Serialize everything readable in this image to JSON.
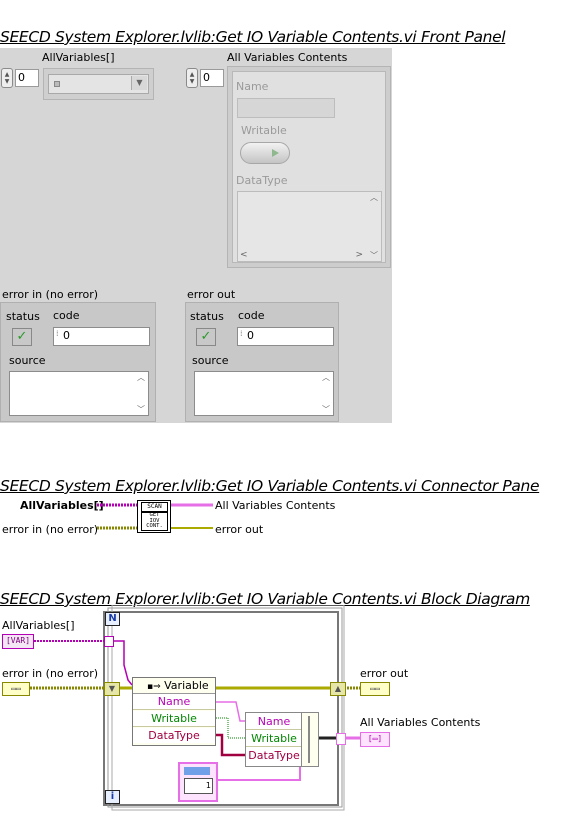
{
  "front_panel": {
    "title": "SEECD System Explorer.lvlib:Get IO Variable Contents.vi Front Panel",
    "all_variables": {
      "label": "AllVariables[]",
      "index": "0"
    },
    "all_variables_contents": {
      "label": "All Variables Contents",
      "index": "0",
      "name_label": "Name",
      "writable_label": "Writable",
      "datatype_label": "DataType"
    },
    "error_in": {
      "label": "error in (no error)",
      "status_label": "status",
      "code_label": "code",
      "code_value": "0",
      "source_label": "source"
    },
    "error_out": {
      "label": "error out",
      "status_label": "status",
      "code_label": "code",
      "code_value": "0",
      "source_label": "source"
    }
  },
  "connector_pane": {
    "title": "SEECD System Explorer.lvlib:Get IO Variable Contents.vi Connector Pane",
    "left_top": "AllVariables[]",
    "left_bottom": "error in (no error)",
    "right_top": "All Variables Contents",
    "right_bottom": "error out",
    "icon_lines": [
      "SCAN",
      "GET",
      "IOV",
      "CONT."
    ]
  },
  "block_diagram": {
    "title": "SEECD System Explorer.lvlib:Get IO Variable Contents.vi Block Diagram",
    "all_variables_label": "AllVariables[]",
    "all_variables_term": "[VAR]",
    "error_in_label": "error in (no error)",
    "error_out_label": "error out",
    "all_variables_contents_label": "All Variables Contents",
    "loop_count": "N",
    "loop_index": "i",
    "property_node": {
      "header": "Variable",
      "rows": [
        "Name",
        "Writable",
        "DataType"
      ]
    },
    "bundle_rows": [
      "Name",
      "Writable",
      "DataType"
    ],
    "constant_value": "1"
  }
}
